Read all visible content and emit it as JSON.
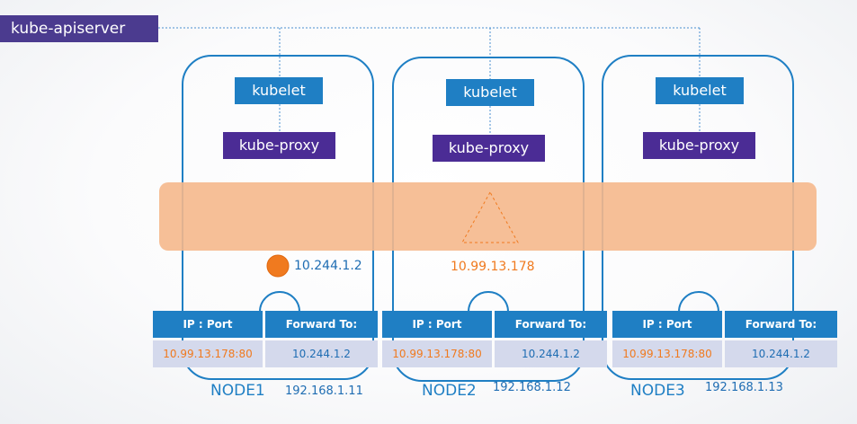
{
  "colors": {
    "node_border": "#1f7fc4",
    "kubelet": "#1f7fc4",
    "kube_proxy": "#4b2c95",
    "apiserver": "#4b3b8f",
    "service_band": "#f5b88c",
    "pod": "#f07a1f",
    "service_ip": "#f07a1f",
    "table_header": "#1f7fc4",
    "table_cell": "#d4d9ec"
  },
  "apiserver": {
    "label": "kube-apiserver"
  },
  "pod": {
    "ip": "10.244.1.2"
  },
  "service": {
    "ip": "10.99.13.178"
  },
  "table_headers": [
    "IP : Port",
    "Forward To:"
  ],
  "nodes": [
    {
      "name": "NODE1",
      "ip": "192.168.1.11",
      "kubelet": "kubelet",
      "kube_proxy": "kube-proxy",
      "rule": {
        "ip_port": "10.99.13.178:80",
        "forward_to": "10.244.1.2"
      }
    },
    {
      "name": "NODE2",
      "ip": "192.168.1.12",
      "kubelet": "kubelet",
      "kube_proxy": "kube-proxy",
      "rule": {
        "ip_port": "10.99.13.178:80",
        "forward_to": "10.244.1.2"
      }
    },
    {
      "name": "NODE3",
      "ip": "192.168.1.13",
      "kubelet": "kubelet",
      "kube_proxy": "kube-proxy",
      "rule": {
        "ip_port": "10.99.13.178:80",
        "forward_to": "10.244.1.2"
      }
    }
  ]
}
